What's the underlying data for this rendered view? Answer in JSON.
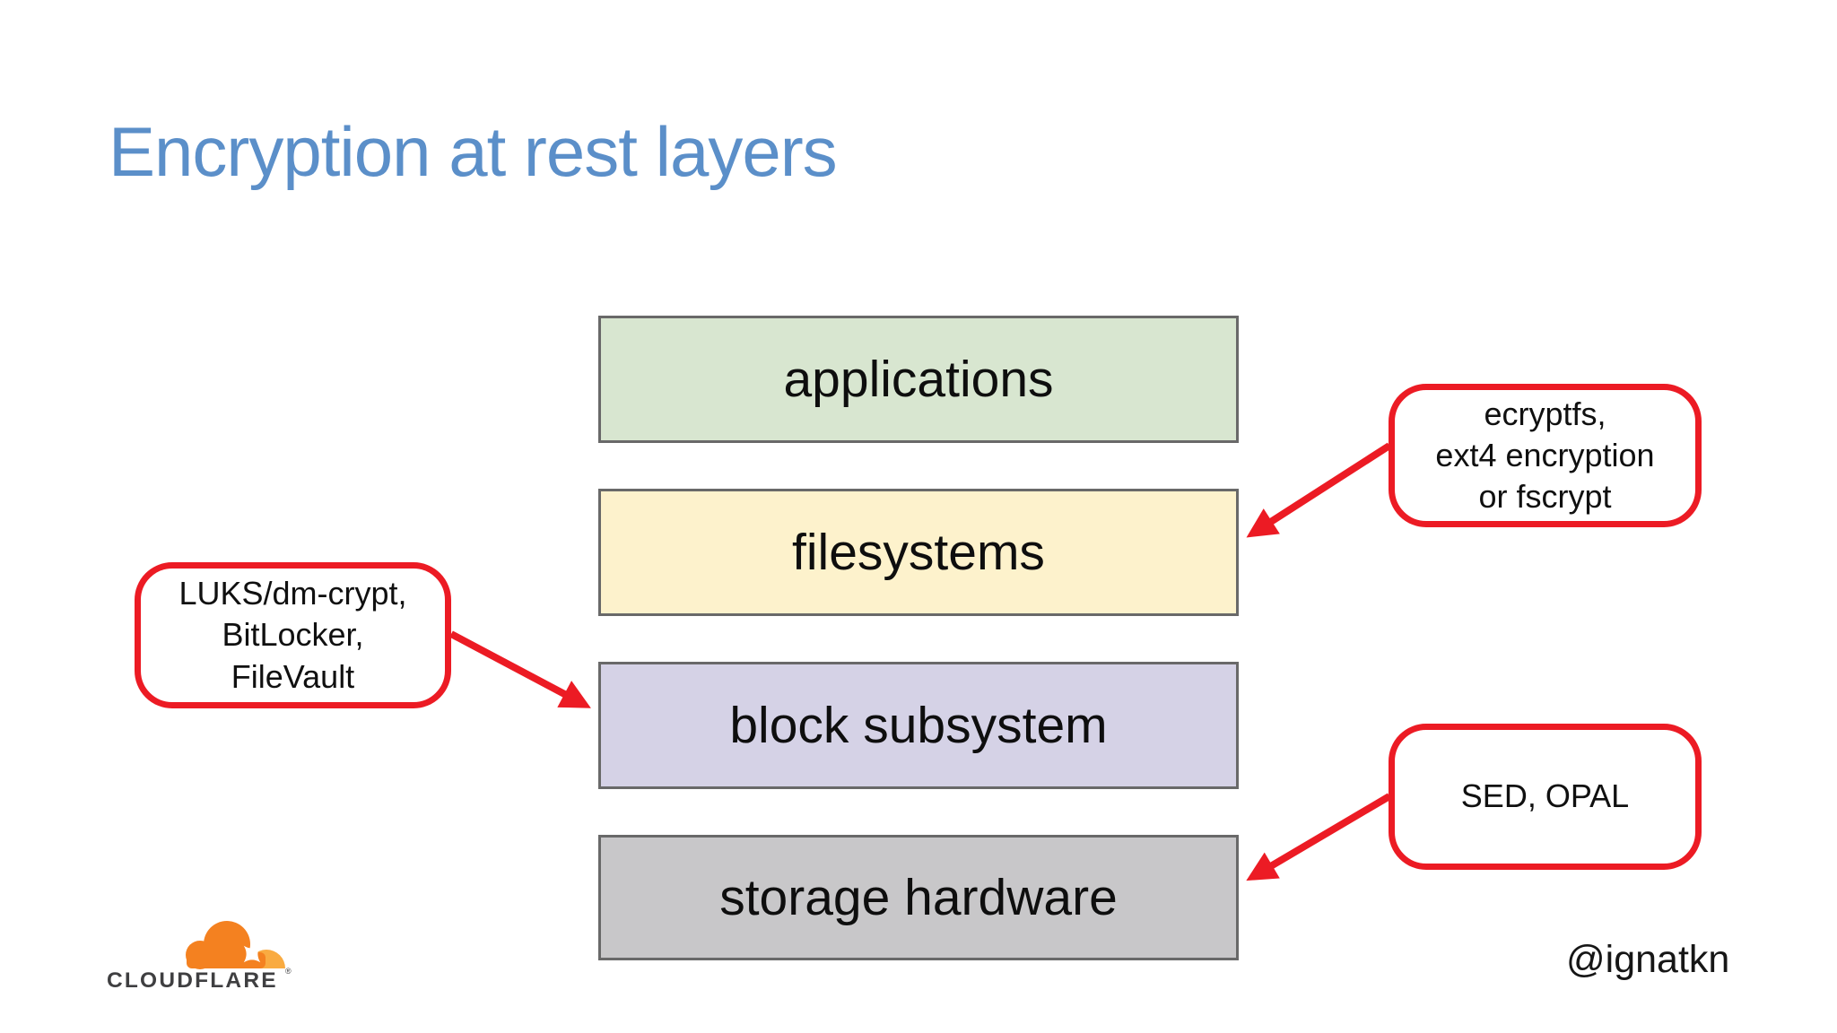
{
  "slide": {
    "title": "Encryption at rest layers"
  },
  "stack": {
    "layers": [
      {
        "label": "applications",
        "fill": "#d8e6d0"
      },
      {
        "label": "filesystems",
        "fill": "#fdf2cc"
      },
      {
        "label": "block subsystem",
        "fill": "#d5d2e6"
      },
      {
        "label": "storage hardware",
        "fill": "#c8c7c9"
      }
    ]
  },
  "callouts": [
    {
      "lines": [
        "ecryptfs,",
        "ext4 encryption",
        "or fscrypt"
      ],
      "points_to": "filesystems"
    },
    {
      "lines": [
        "LUKS/dm-crypt,",
        "BitLocker,",
        "FileVault"
      ],
      "points_to": "block subsystem"
    },
    {
      "lines": [
        "SED, OPAL"
      ],
      "points_to": "storage hardware"
    }
  ],
  "footer": {
    "logo_wordmark": "CLOUDFLARE",
    "logo_registered_mark": "®",
    "author_handle": "@ignatkn"
  },
  "colors": {
    "title_blue": "#5b8fc9",
    "callout_red": "#ec1b24",
    "arrow_red": "#ec1b24",
    "box_border_gray": "#696969",
    "layer_green": "#d8e6d0",
    "layer_yellow": "#fdf2cc",
    "layer_lavender": "#d5d2e6",
    "layer_gray": "#c8c7c9",
    "logo_orange": "#f48120",
    "logo_light_orange": "#f9ab41",
    "logo_text_gray": "#3f3f41"
  }
}
